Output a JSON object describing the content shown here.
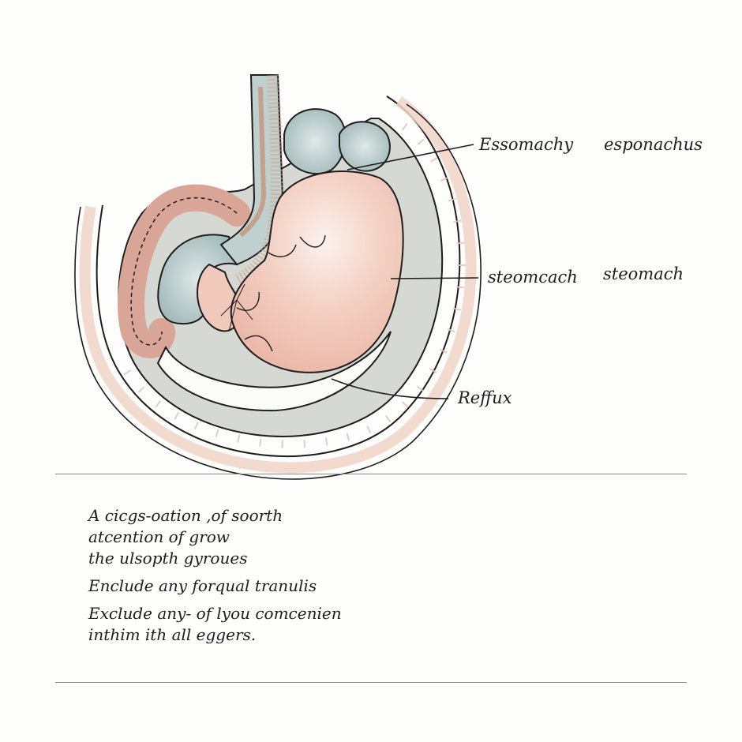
{
  "labels": {
    "esophagus_1": "Essomachy",
    "esophagus_2": "esponachus",
    "stomach_1": "steomcach",
    "stomach_2": "steomach",
    "reflux": "Reffux"
  },
  "notes": [
    "A cicgs-oation ,of soorth",
    "atcention of grow",
    "the ulsopth gyroues",
    "Enclude any forqual tranulis",
    "Exclude any- of lyou comcenien",
    "inthim ith all eggers."
  ],
  "colors": {
    "ink": "#1d1d1d",
    "stomach_pink": "#efc3b4",
    "teal": "#a9c0c0",
    "tissue_pink": "#f1d3c7",
    "grey_wash": "#d6d9d3"
  }
}
